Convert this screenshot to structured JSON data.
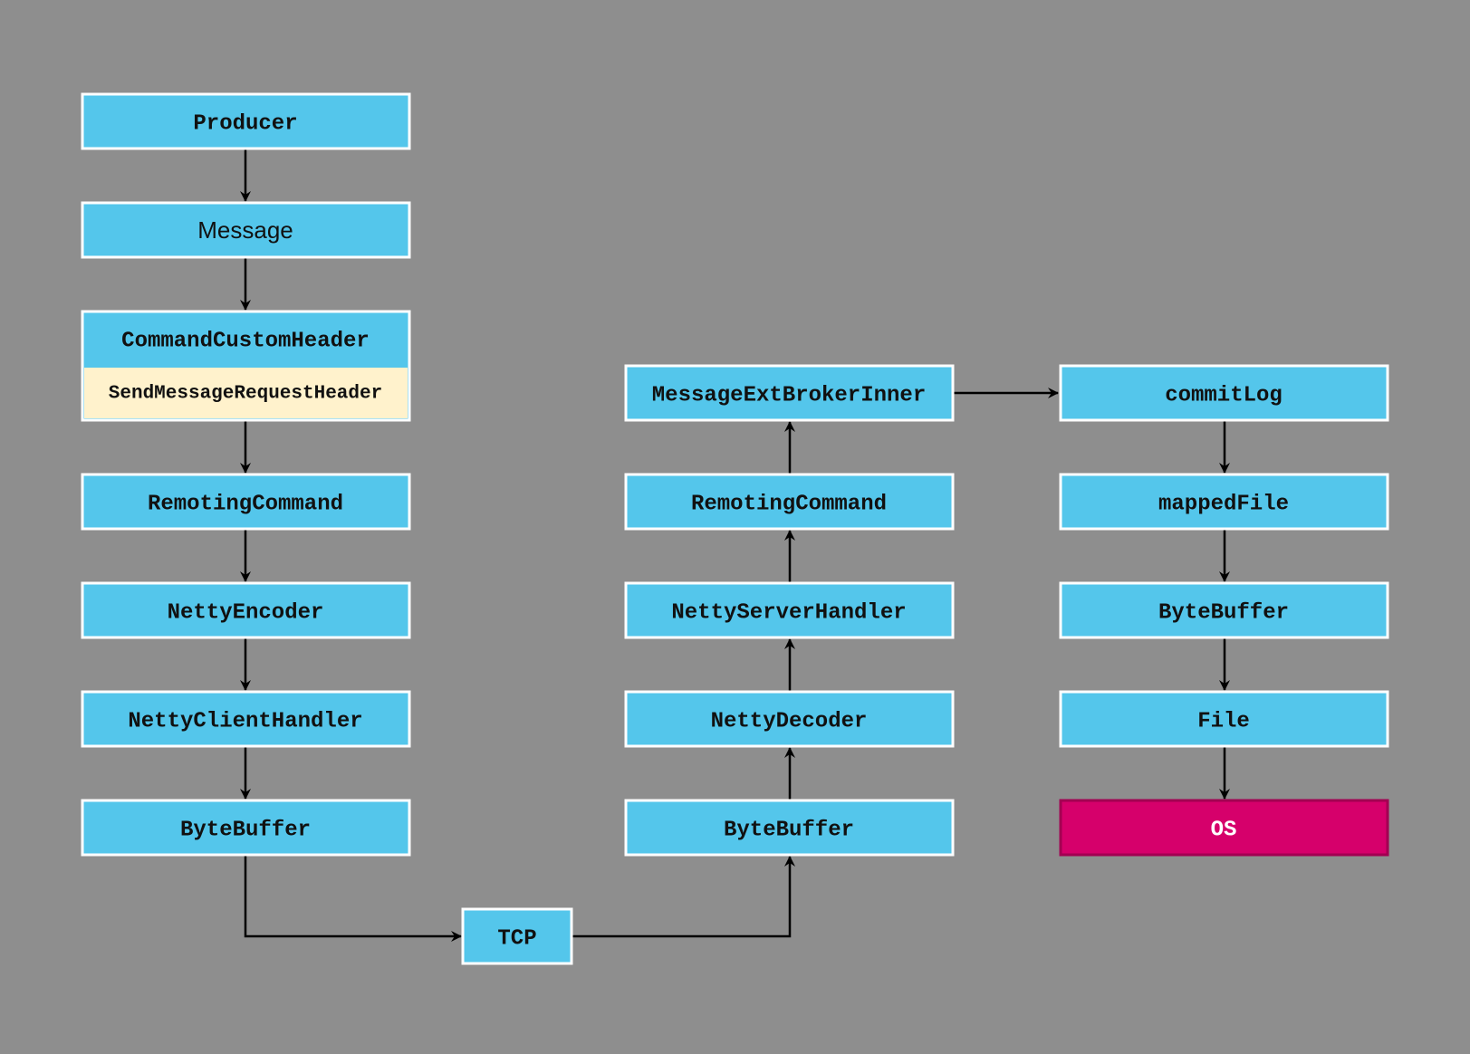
{
  "colors": {
    "background": "#8e8e8e",
    "node_fill": "#54c6eb",
    "node_border": "#ffffff",
    "header_fill": "#fff2cc",
    "os_fill": "#d6006b",
    "arrow": "#000000"
  },
  "producer_column": {
    "producer": "Producer",
    "message": "Message",
    "command_custom_header": "CommandCustomHeader",
    "send_message_request_header": "SendMessageRequestHeader",
    "remoting_command": "RemotingCommand",
    "netty_encoder": "NettyEncoder",
    "netty_client_handler": "NettyClientHandler",
    "byte_buffer": "ByteBuffer"
  },
  "transport": {
    "tcp": "TCP"
  },
  "broker_column": {
    "byte_buffer": "ByteBuffer",
    "netty_decoder": "NettyDecoder",
    "netty_server_handler": "NettyServerHandler",
    "remoting_command": "RemotingCommand",
    "message_ext_broker_inner": "MessageExtBrokerInner"
  },
  "storage_column": {
    "commit_log": "commitLog",
    "mapped_file": "mappedFile",
    "byte_buffer": "ByteBuffer",
    "file": "File",
    "os": "OS"
  }
}
